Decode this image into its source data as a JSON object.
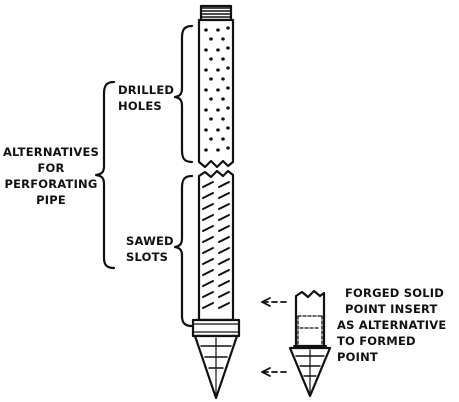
{
  "labels": {
    "drilled_holes": [
      "DRILLED",
      "HOLES"
    ],
    "alternatives": [
      "ALTERNATIVES",
      "FOR",
      "PERFORATING",
      "PIPE"
    ],
    "sawed_slots": [
      "SAWED",
      "SLOTS"
    ],
    "insert_note": [
      "FORGED SOLID",
      "POINT INSERT",
      "AS ALTERNATIVE",
      "TO FORMED",
      "POINT"
    ]
  },
  "colors": {
    "ink": "#111111",
    "paper": "#ffffff"
  }
}
